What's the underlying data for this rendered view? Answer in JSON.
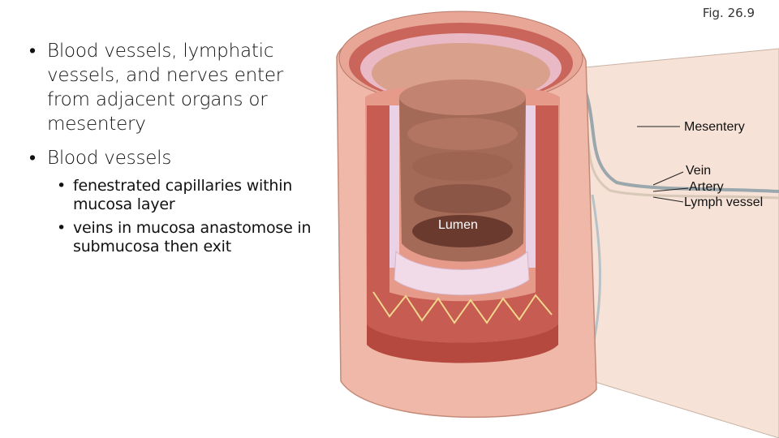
{
  "figure_label": "Fig. 26.9",
  "bullets": {
    "b1": "Blood vessels, lymphatic vessels, and nerves enter from adjacent organs or mesentery",
    "b2": "Blood vessels",
    "sub1": "fenestrated capillaries within mucosa layer",
    "sub2": "veins in mucosa anastomose in submucosa then exit"
  },
  "labels": {
    "mesentery": "Mesentery",
    "vein": "Vein",
    "artery": "Artery",
    "lymph": "Lymph vessel",
    "lumen": "Lumen"
  },
  "colors": {
    "serosa": "#f0b8a8",
    "muscle": "#c9655a",
    "submucosa": "#e9b9c6",
    "mucosa": "#a46a58",
    "lumen_dark": "#6a3a2e",
    "mesentery": "#f6e2d6"
  }
}
